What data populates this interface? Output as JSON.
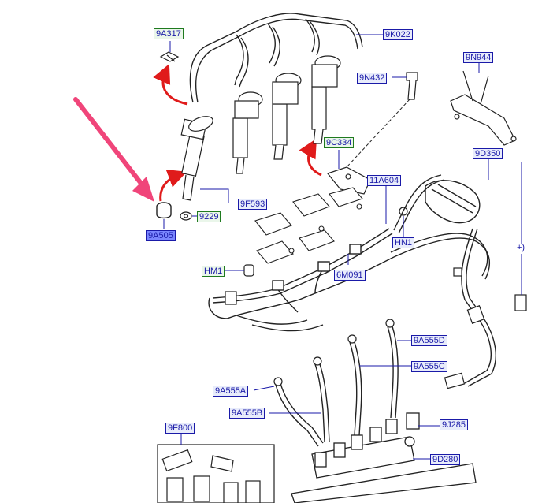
{
  "colors": {
    "line": "#222222",
    "leader": "#1a1aa8",
    "blue_label_border": "#1a1aa8",
    "green_label_border": "#1f7a1f",
    "highlight_fill": "#7a86ff",
    "pointer_arrow": "#f0457a",
    "motion_arrow": "#e01b1b"
  },
  "labels": {
    "9A317": "9A317",
    "9K022": "9K022",
    "9N944": "9N944",
    "9N432": "9N432",
    "9C334": "9C334",
    "9D350": "9D350",
    "11A604": "11A604",
    "9F593": "9F593",
    "9229": "9229",
    "9A505": "9A505",
    "HN1": "HN1",
    "HM1": "HM1",
    "6M091": "6M091",
    "9A555D": "9A555D",
    "9A555C": "9A555C",
    "9A555A": "9A555A",
    "9A555B": "9A555B",
    "9J285": "9J285",
    "9D280": "9D280",
    "9F800": "9F800"
  },
  "plus_sign": "+)"
}
